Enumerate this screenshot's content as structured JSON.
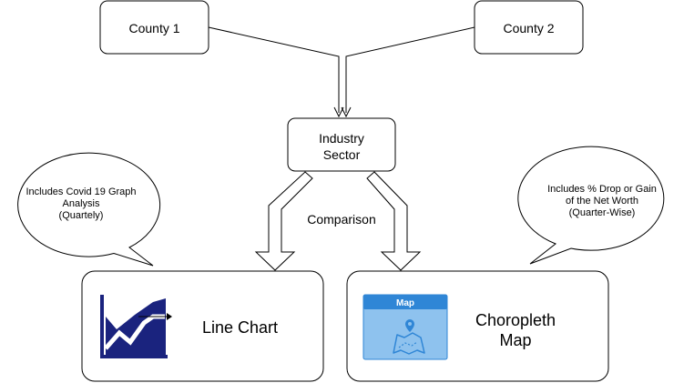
{
  "nodes": {
    "county1": {
      "label": "County 1"
    },
    "county2": {
      "label": "County 2"
    },
    "industry": {
      "line1": "Industry",
      "line2": "Sector"
    },
    "line_chart": {
      "label": "Line Chart"
    },
    "choropleth": {
      "line1": "Choropleth",
      "line2": "Map"
    }
  },
  "edge_labels": {
    "comparison": "Comparison"
  },
  "callouts": {
    "left": {
      "line1": "Includes Covid 19 Graph",
      "line2": "Analysis",
      "line3": "(Quartely)"
    },
    "right": {
      "line1": "Includes % Drop or Gain",
      "line2": "of the Net Worth",
      "line3": "(Quarter-Wise)"
    }
  },
  "icons": {
    "line_chart_icon": "line-chart-icon",
    "map_icon": "map-icon",
    "map_icon_title": "Map"
  },
  "colors": {
    "chart_navy": "#1a237e",
    "map_blue": "#2f86d6",
    "map_light": "#8ec2ee"
  }
}
